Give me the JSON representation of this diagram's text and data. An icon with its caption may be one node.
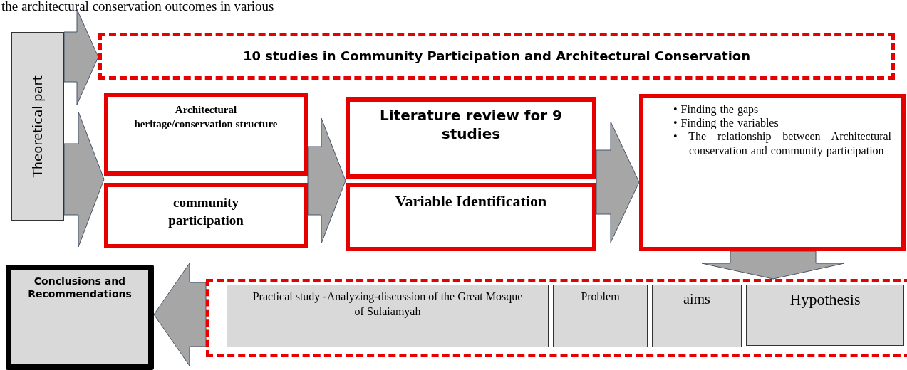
{
  "diagram": {
    "nodes": [
      {
        "text": [
          "Theoretical part"
        ]
      },
      {
        "text": [
          "10 studies in Community Participation and Architectural Conservation"
        ]
      },
      {
        "text": [
          "Architectural heritage/conservation structure"
        ]
      },
      {
        "text": [
          "community participation"
        ]
      },
      {
        "text": [
          "Literature review for 9 studies"
        ]
      },
      {
        "text": [
          "Variable Identification"
        ]
      },
      {
        "text": [
          "• Finding the gaps",
          "• Finding the variables",
          "• The relationship between Architectural conservation and community participation"
        ]
      },
      {
        "text": [],
        "shape": "box"
      },
      {
        "text": [
          "Practical study -Analyzing-discussion of the Great Mosque of Sulaiamyah"
        ],
        "in": 7
      },
      {
        "text": [
          "Problem"
        ],
        "in": 7
      },
      {
        "text": [
          "aims"
        ],
        "in": 7
      },
      {
        "text": [
          "Hypothesis"
        ],
        "in": 7
      },
      {
        "text": [
          "Conclusions and Recommendations"
        ]
      }
    ],
    "edges": [
      {
        "from": 0,
        "to": 1,
        "arrow": "to"
      },
      {
        "from": 0,
        "to": 2,
        "arrow": "to"
      },
      {
        "from": 0,
        "to": 3,
        "arrow": "to"
      },
      {
        "from": 2,
        "to": 4,
        "arrow": "to"
      },
      {
        "from": 3,
        "to": 5,
        "arrow": "to"
      },
      {
        "from": 4,
        "to": 6,
        "arrow": "to"
      },
      {
        "from": 5,
        "to": 6,
        "arrow": "to"
      },
      {
        "from": 6,
        "to": 7,
        "arrow": "to"
      },
      {
        "from": 7,
        "to": 12,
        "arrow": "to"
      }
    ],
    "labels": [
      "the architectural conservation outcomes in various"
    ]
  }
}
